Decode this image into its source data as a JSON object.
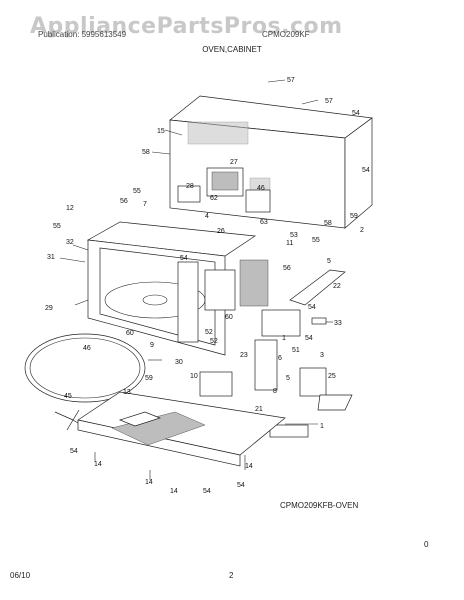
{
  "watermark": "AppliancePartsPros.com",
  "header": {
    "left": "Publication: 5995613549",
    "right": "CPMO209KF",
    "section": "OVEN,CABINET"
  },
  "diagram_code": "CPMO209KFB-OVEN",
  "corner_mark": "0",
  "footer": {
    "date": "06/10",
    "page": "2"
  },
  "callouts": [
    "57",
    "57",
    "54",
    "15",
    "58",
    "54",
    "27",
    "28",
    "62",
    "46",
    "55",
    "56",
    "7",
    "12",
    "55",
    "4",
    "26",
    "63",
    "53",
    "59",
    "58",
    "2",
    "32",
    "11",
    "55",
    "31",
    "54",
    "56",
    "5",
    "22",
    "29",
    "54",
    "60",
    "52",
    "33",
    "60",
    "54",
    "46",
    "1",
    "51",
    "3",
    "9",
    "30",
    "52",
    "23",
    "6",
    "59",
    "10",
    "25",
    "45",
    "13",
    "54",
    "14",
    "14",
    "14",
    "54",
    "54",
    "21",
    "1",
    "5",
    "8",
    "14"
  ]
}
